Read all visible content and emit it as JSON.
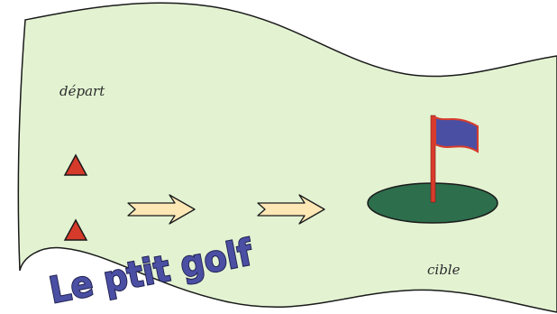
{
  "labels": {
    "start": "départ",
    "target": "cible"
  },
  "logo": {
    "text": "Le ptit golf"
  },
  "colors": {
    "background": "#ffffff",
    "fairway": "#e3f3d2",
    "fairway_outline": "#1a1a1a",
    "green": "#2d6e4c",
    "flag": "#4b4fa3",
    "flag_outline": "#d83b2c",
    "pole": "#d83b2c",
    "start_marker": "#d63a2a",
    "arrow_fill": "#fde7b5",
    "logo_fill": "#4b4fa3",
    "logo_outline": "#1f2050"
  },
  "icons": {
    "start_markers": "red-triangle",
    "direction_arrows": "arrow-right",
    "hole": "flag-on-green"
  }
}
